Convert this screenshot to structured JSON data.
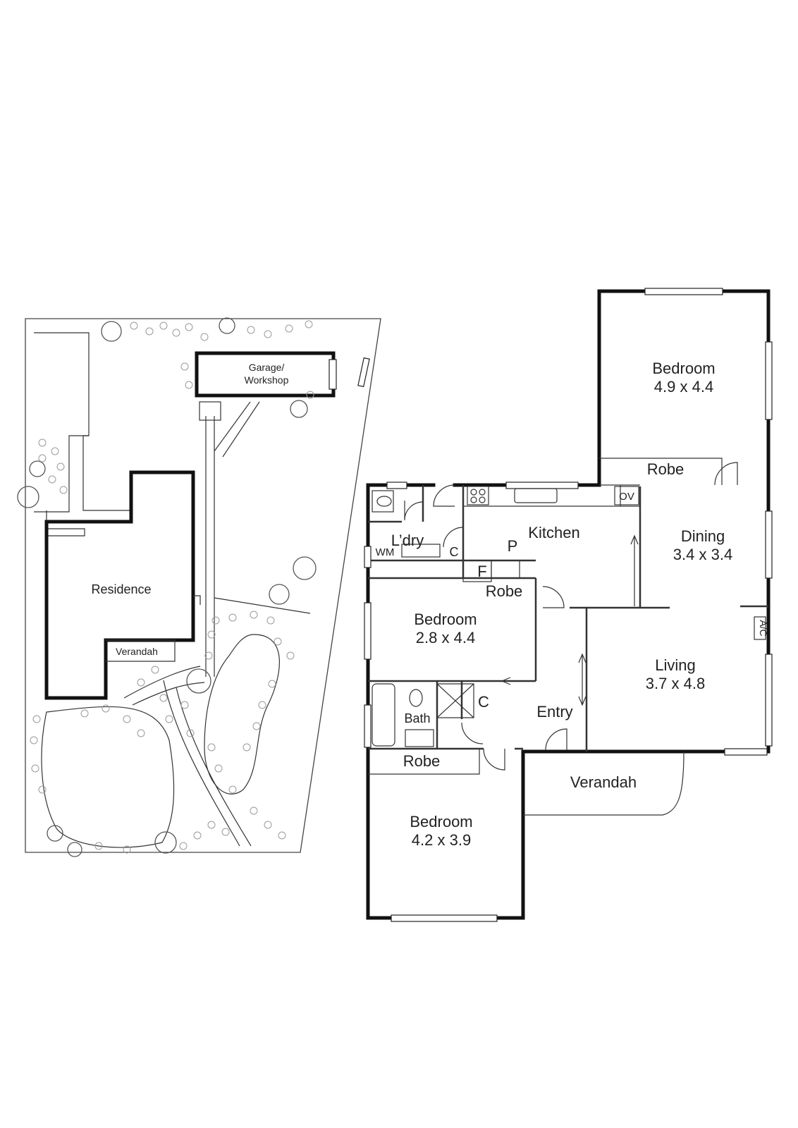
{
  "site_plan": {
    "garage_label_line1": "Garage/",
    "garage_label_line2": "Workshop",
    "residence_label": "Residence",
    "verandah_label": "Verandah"
  },
  "floor_plan": {
    "rooms": {
      "bedroom_main_name": "Bedroom",
      "bedroom_main_size": "4.9 x 4.4",
      "robe_main": "Robe",
      "dining_name": "Dining",
      "dining_size": "3.4 x 3.4",
      "kitchen_name": "Kitchen",
      "oven": "OV",
      "laundry_name": "L’dry",
      "washing_machine": "WM",
      "cupboard_laundry": "C",
      "fridge": "F",
      "pantry": "P",
      "robe_bed2": "Robe",
      "bedroom2_name": "Bedroom",
      "bedroom2_size": "2.8 x 4.4",
      "living_name": "Living",
      "living_size": "3.7 x 4.8",
      "aircon": "A/C",
      "bath_name": "Bath",
      "cupboard_bath": "C",
      "entry_name": "Entry",
      "robe_bed3": "Robe",
      "verandah_name": "Verandah",
      "bedroom3_name": "Bedroom",
      "bedroom3_size": "4.2 x 3.9"
    }
  }
}
